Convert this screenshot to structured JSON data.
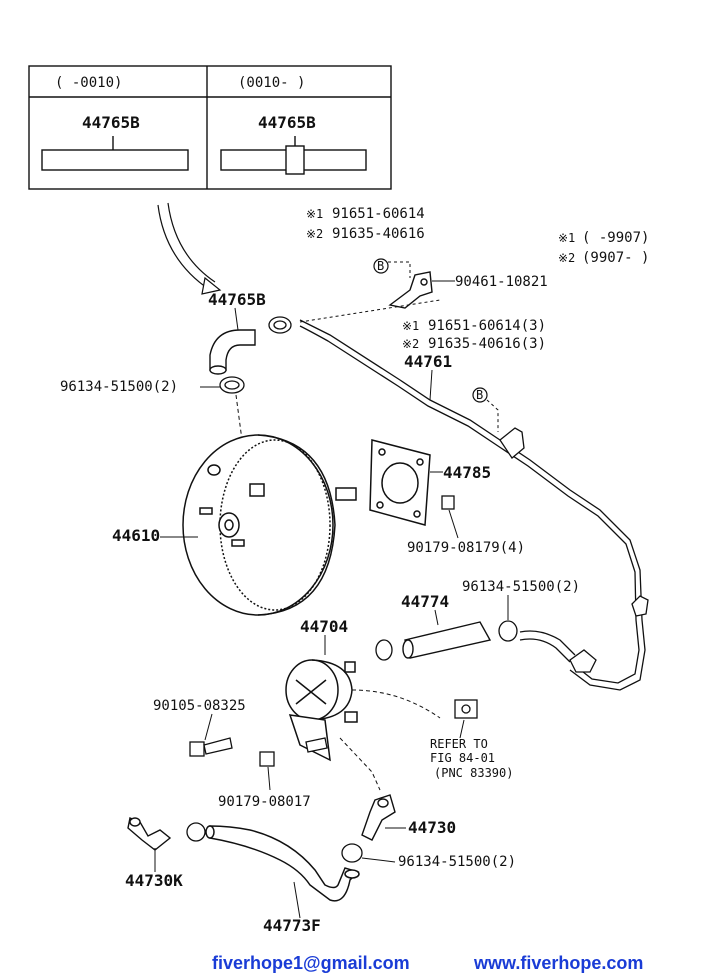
{
  "inset_table": {
    "col1_range": "(      -0010)",
    "col2_range": "(0010-      )",
    "col1_part": "44765B",
    "col2_part": "44765B"
  },
  "labels": {
    "ref_1_top": "91651-60614",
    "ref_2_top": "91635-40616",
    "mark_1": "※1",
    "mark_2": "※2",
    "range_1": "(      -9907)",
    "range_2": "(9907-      )",
    "p90461": "90461-10821",
    "ref_1_mid": "91651-60614(3)",
    "ref_2_mid": "91635-40616(3)",
    "p44765b": "44765B",
    "p44761": "44761",
    "p96134_top": "96134-51500(2)",
    "p44785": "44785",
    "p44610": "44610",
    "p90179_08179": "90179-08179(4)",
    "p44774": "44774",
    "p96134_mid": "96134-51500(2)",
    "p44704": "44704",
    "p90105": "90105-08325",
    "refer_line1": "REFER TO",
    "refer_line2": "FIG 84-01",
    "refer_line3": "(PNC 83390)",
    "p90179_08017": "90179-08017",
    "p44730": "44730",
    "p96134_bot": "96134-51500(2)",
    "p44730k": "44730K",
    "p44773f": "44773F",
    "circle_b": "B"
  },
  "footer": {
    "email": "fiverhope1@gmail.com",
    "site": "www.fiverhope.com"
  },
  "colors": {
    "footer_text": "#1a3cd6",
    "ink": "#111111"
  }
}
